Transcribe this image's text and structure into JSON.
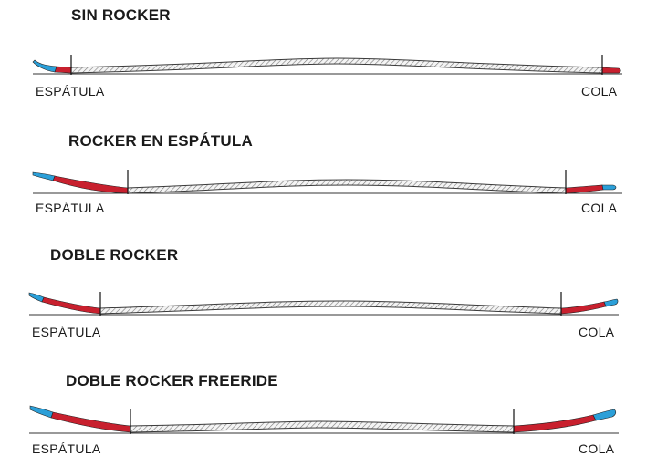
{
  "colors": {
    "rocker": "#c8202e",
    "tip": "#2b9fd8",
    "core_stroke": "#3a3a3a",
    "ground": "#333333",
    "text": "#1a1a1a"
  },
  "profiles": [
    {
      "title": "SIN ROCKER",
      "tip_label": "ESPÁTULA",
      "tail_label": "COLA"
    },
    {
      "title": "ROCKER EN ESPÁTULA",
      "tip_label": "ESPÁTULA",
      "tail_label": "COLA"
    },
    {
      "title": "DOBLE ROCKER",
      "tip_label": "ESPÁTULA",
      "tail_label": "COLA"
    },
    {
      "title": "DOBLE ROCKER FREERIDE",
      "tip_label": "ESPÁTULA",
      "tail_label": "COLA"
    }
  ]
}
